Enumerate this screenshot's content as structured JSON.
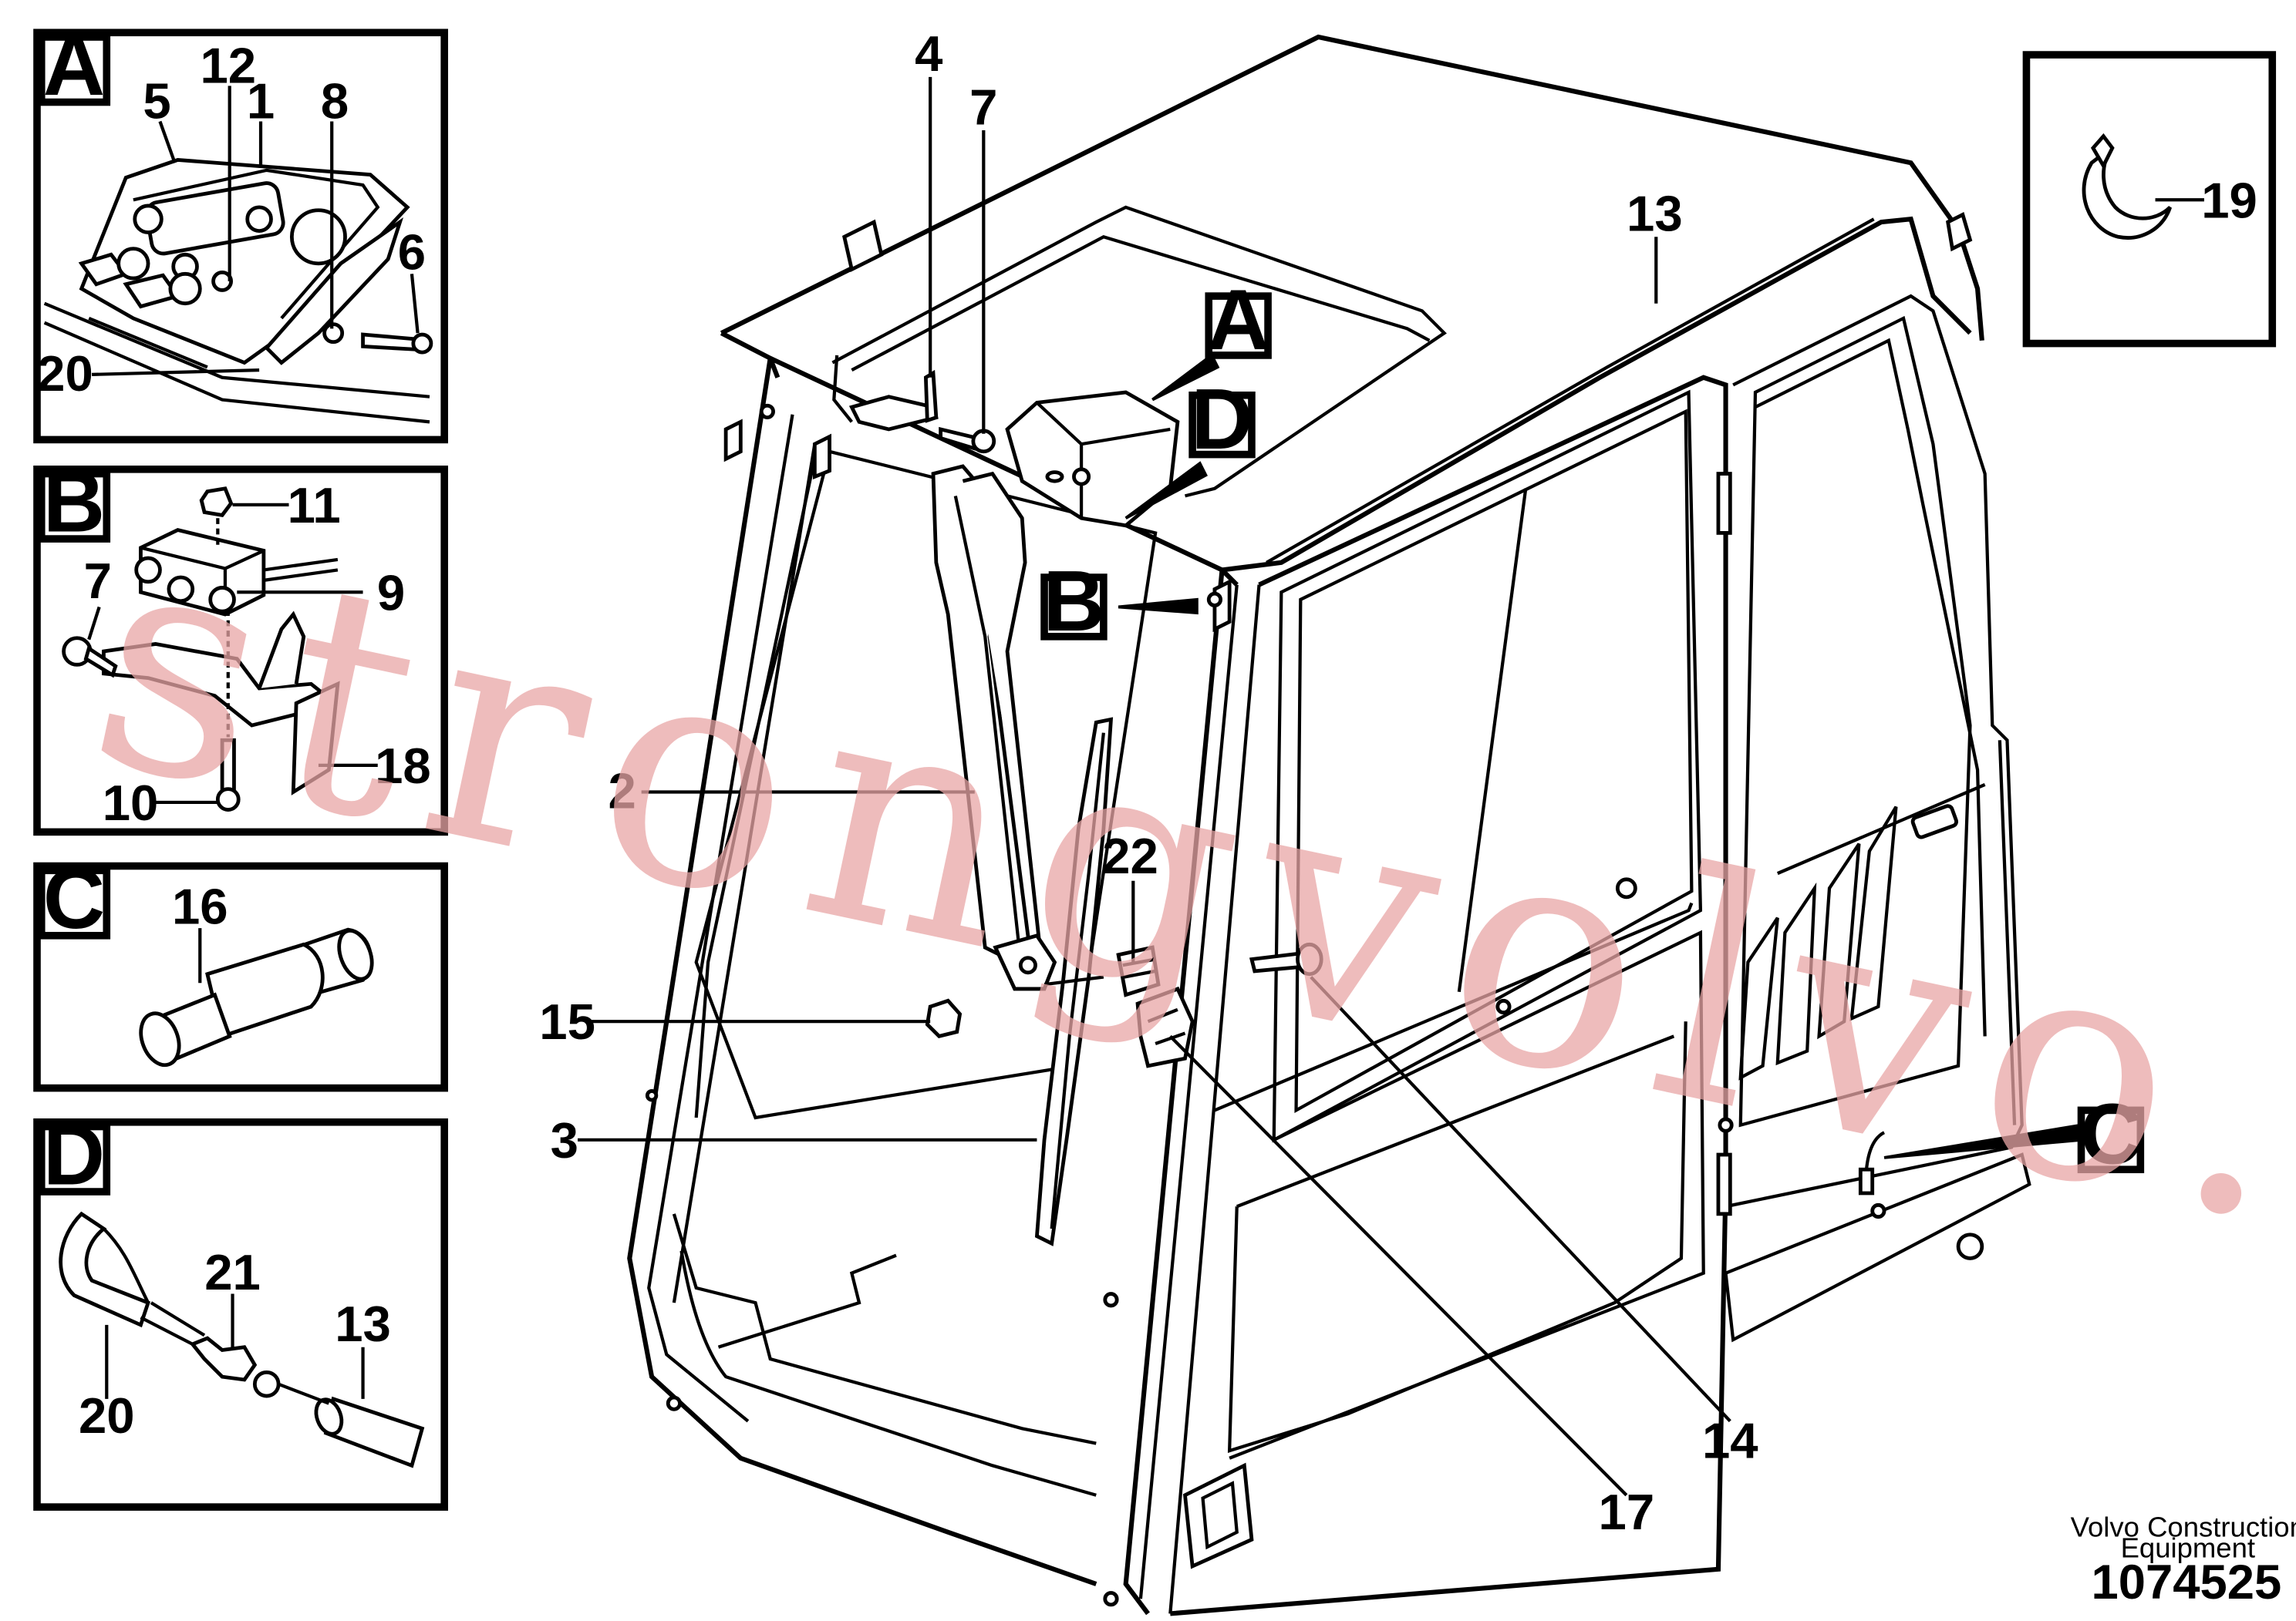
{
  "detail_views": [
    {
      "id": "A",
      "label": "A"
    },
    {
      "id": "B",
      "label": "B"
    },
    {
      "id": "C",
      "label": "C"
    },
    {
      "id": "D",
      "label": "D"
    },
    {
      "id": "E",
      "label": ""
    }
  ],
  "part_numbers": {
    "n1": "1",
    "n2": "2",
    "n3": "3",
    "n4": "4",
    "n5": "5",
    "n6": "6",
    "n7": "7",
    "n8": "8",
    "n9": "9",
    "n10": "10",
    "n11": "11",
    "n12": "12",
    "n13": "13",
    "n14": "14",
    "n15": "15",
    "n16": "16",
    "n17": "17",
    "n18": "18",
    "n19": "19",
    "n20": "20",
    "n21": "21",
    "n22": "22"
  },
  "callout_tags": {
    "A": "A",
    "B": "B",
    "C": "C",
    "D": "D"
  },
  "watermark": "strongvolvo.com",
  "footer": {
    "maker_line1": "Volvo Construction",
    "maker_line2": "Equipment",
    "reference": "1074525"
  },
  "colors": {
    "line": "#000000",
    "background": "#ffffff",
    "watermark": "#e8a5a5"
  }
}
